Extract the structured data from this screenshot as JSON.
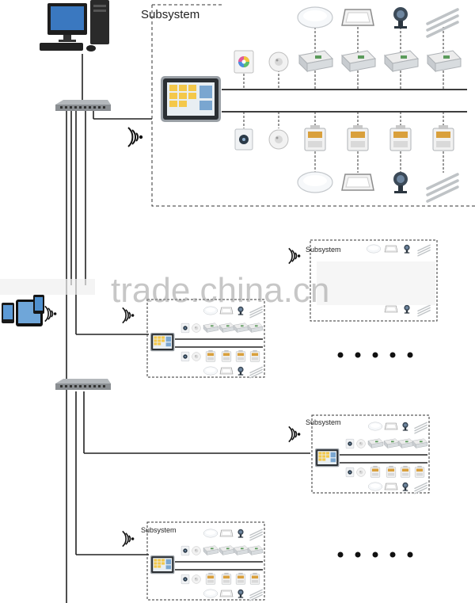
{
  "watermark": "trade.china.cn",
  "subsystem_label": "Subsystem",
  "ellipsis_groups": 2,
  "colors": {
    "line": "#222222",
    "dash": "#333333",
    "device_metal": "#c8ccd0",
    "panel_screen": "#dfe8f0"
  },
  "icons": {
    "computer": "desktop-computer-icon",
    "switch": "network-switch-icon",
    "tablet": "tablet-icon",
    "wireless": "wireless-signal-icon",
    "touch_panel": "touch-panel-icon",
    "ceiling_light": "ceiling-light-icon",
    "panel_light": "panel-light-icon",
    "spot_light": "spot-light-icon",
    "tube_light": "tube-light-icon",
    "dimmer": "dimmer-icon",
    "sensor": "motion-sensor-icon",
    "driver": "led-driver-icon",
    "relay": "relay-module-icon"
  }
}
